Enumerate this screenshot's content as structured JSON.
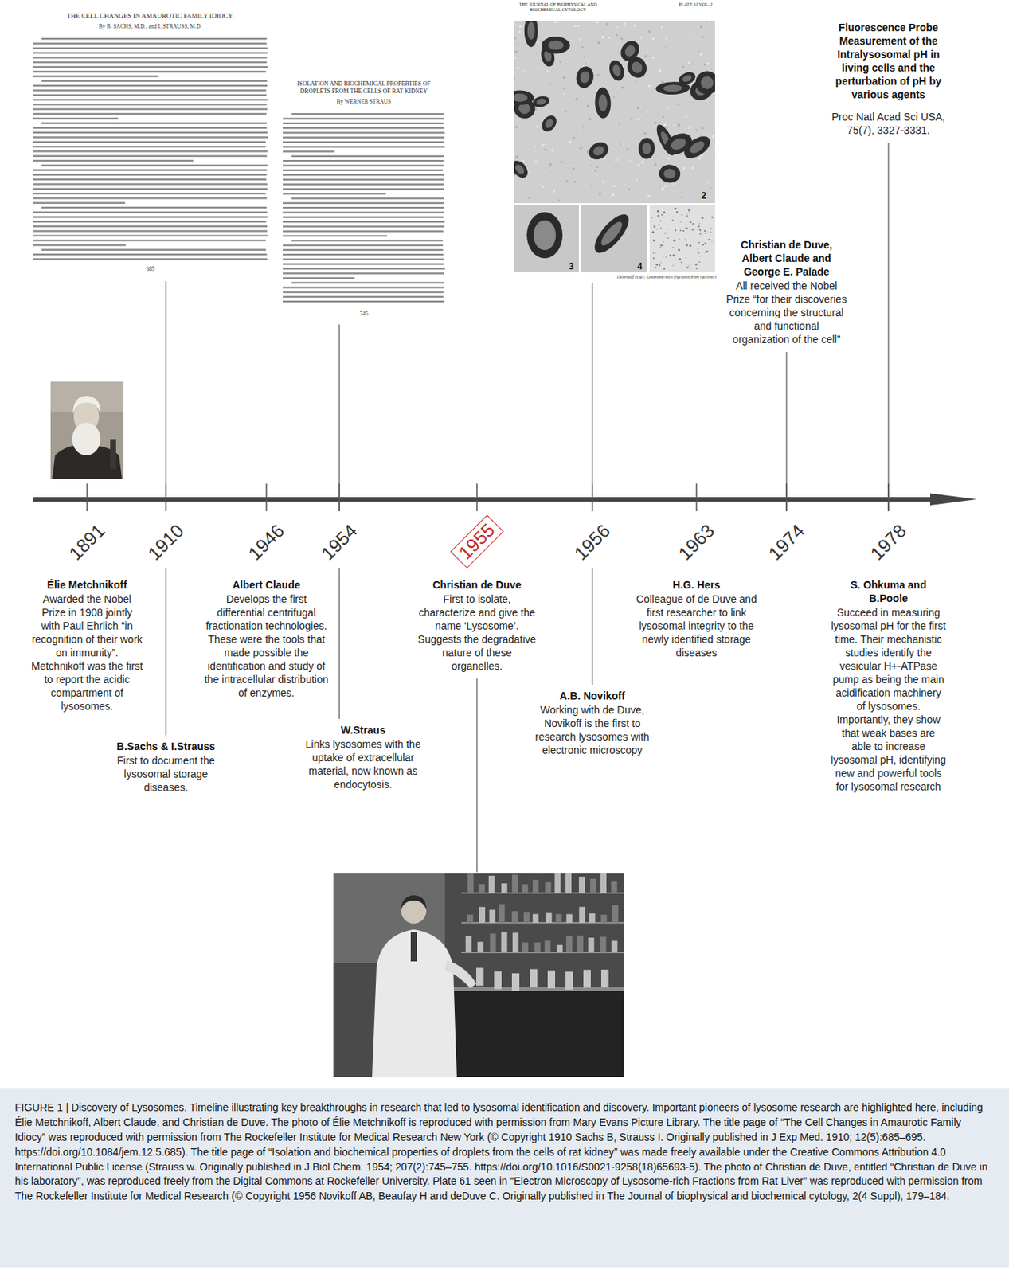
{
  "diagram": {
    "caption": "FIGURE 1 | Discovery of Lysosomes. Timeline illustrating key breakthroughs in research that led to lysosomal identification and discovery. Important pioneers of lysosome research are highlighted here, including Élie Metchnikoff, Albert Claude, and Christian de Duve. The photo of Élie Metchnikoff is reproduced with permission from Mary Evans Picture Library. The title page of “The Cell Changes in Amaurotic Family Idiocy” was reproduced with permission from The Rockefeller Institute for Medical Research New York (© Copyright 1910 Sachs B, Strauss I. Originally published in J Exp Med. 1910; 12(5):685–695. https://doi.org/10.1084/jem.12.5.685). The title page of “Isolation and biochemical properties of droplets from the cells of rat kidney” was made freely available under the Creative Commons Attribution 4.0 International Public License (Strauss w. Originally published in J Biol Chem. 1954; 207(2):745–755. https://doi.org/10.1016/S0021-9258(18)65693-5). The photo of Christian de Duve, entitled “Christian de Duve in his laboratory”, was reproduced freely from the Digital Commons at Rockefeller University. Plate 61 seen in “Electron Microscopy of Lysosome-rich Fractions from Rat Liver” was reproduced with permission from The Rockefeller Institute for Medical Research (© Copyright 1956 Novikoff AB, Beaufay H and deDuve C. Originally published in The Journal of biophysical and biochemical cytology, 2(4 Suppl), 179–184.",
    "nodes": [
      {
        "text": [
          "1955"
        ]
      }
    ],
    "labels": [
      "1891",
      "1910",
      "1946",
      "1954",
      "1956",
      "1963",
      "1974",
      "1978",
      "Élie Metchnikoff",
      "Awarded the Nobel Prize in 1908 jointly with Paul Ehrlich “in recognition of their work on immunity”. Metchnikoff was the first to report the acidic compartment of lysosomes.",
      "B.Sachs & I.Strauss",
      "First to document the lysosomal storage diseases.",
      "Albert Claude",
      "Develops the first differential centrifugal fractionation technologies. These were the tools that made possible the identification and study of the intracellular distribution of enzymes.",
      "W.Straus",
      "Links lysosomes with the uptake of extracellular material, now known as endocytosis.",
      "Christian de Duve",
      "First to isolate, characterize and give the name ‘Lysosome’. Suggests the degradative nature of these organelles.",
      "A.B. Novikoff",
      "Working with de Duve, Novikoff is the first to research lysosomes with electronic microscopy",
      "H.G. Hers",
      "Colleague of de Duve and first researcher to link lysosomal integrity to the newly identified storage diseases",
      "Christian de Duve, Albert Claude and George E. Palade",
      "All received the Nobel Prize “for their discoveries concerning the structural and functional organization of the cell”",
      "S. Ohkuma and B.Poole",
      "Succeed in measuring lysosomal pH for the first time. Their mechanistic studies identify the vesicular H+-ATPase pump as being the main acidification machinery of lysosomes. Importantly, they show that weak bases are able to increase lysosomal pH, identifying new and powerful tools for lysosomal research",
      "Fluorescence Probe Measurement of the Intralysosomal pH in living cells and the perturbation of pH by various agents",
      "Proc Natl Acad Sci USA, 75(7), 3327-3331.",
      "THE CELL CHANGES IN AMAUROTIC FAMILY IDIOCY.",
      "By B. SACHS, M.D., and I. STRAUSS, M.D.",
      "685",
      "ISOLATION AND BIOCHEMICAL PROPERTIES OF DROPLETS FROM THE CELLS OF RAT KIDNEY",
      "By WERNER STRAUS",
      "745",
      "THE JOURNAL OF BIOPHYSICAL AND BIOCHEMICAL CYTOLOGY",
      "PLATE 61 VOL. 2",
      "2",
      "3",
      "4",
      "(Novikoff et al.: Lysosome-rich fractions from rat liver)"
    ]
  }
}
